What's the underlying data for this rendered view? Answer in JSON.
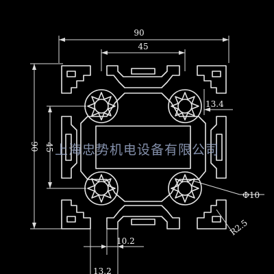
{
  "dimensions": {
    "width_overall": "90",
    "width_center": "45",
    "height_overall": "90",
    "height_center": "45",
    "slot_offset": "13.4",
    "slot_width": "10.2",
    "bore_diameter": "Φ10",
    "fillet_radius": "R2.5",
    "bottom_partial": "13.2"
  },
  "watermark": "上海忠势机电设备有限公司",
  "colors": {
    "background": "#000000",
    "lines": "#e6e6e6",
    "watermark": "#9aa8c8"
  }
}
